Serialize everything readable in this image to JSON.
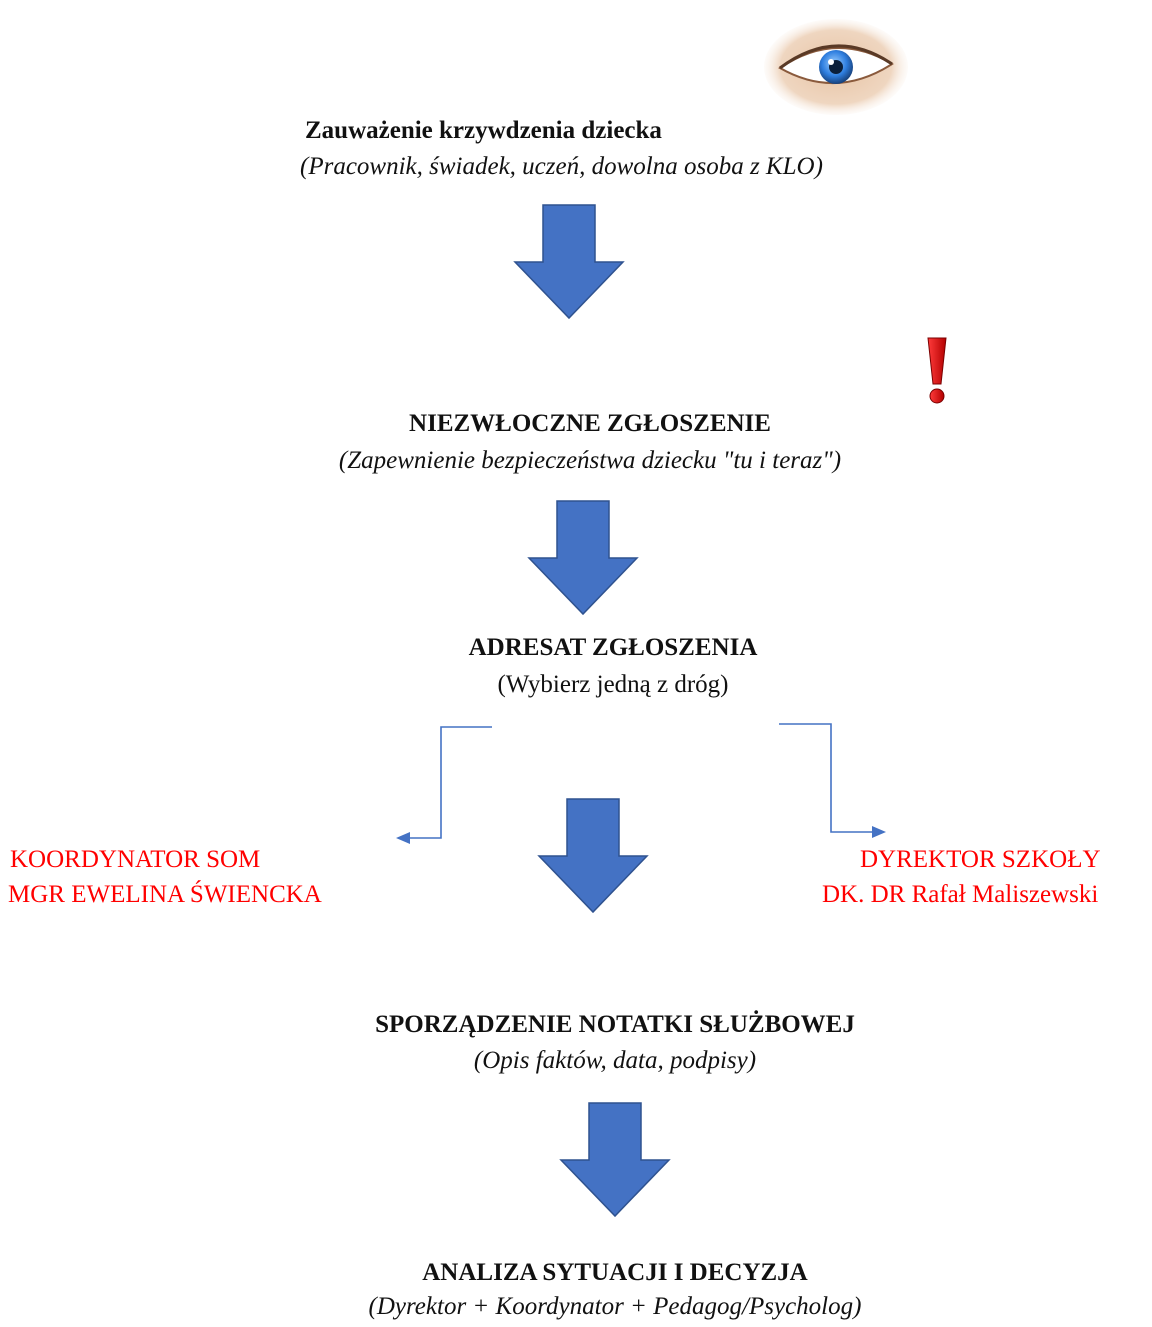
{
  "steps": [
    {
      "title": "Zauważenie krzywdzenia dziecka",
      "subtitle": "(Pracownik, świadek, uczeń, dowolna osoba z KLO)"
    },
    {
      "title": "NIEZWŁOCZNE ZGŁOSZENIE",
      "subtitle": "(Zapewnienie bezpieczeństwa dziecku \"tu i teraz\")"
    },
    {
      "title": "ADRESAT ZGŁOSZENIA",
      "subtitle": "(Wybierz jedną z dróg)"
    },
    {
      "title": "SPORZĄDZENIE NOTATKI SŁUŻBOWEJ",
      "subtitle": "(Opis faktów, data, podpisy)"
    },
    {
      "title": "ANALIZA SYTUACJI I DECYZJA",
      "subtitle": "(Dyrektor + Koordynator + Pedagog/Psycholog)"
    }
  ],
  "branches": {
    "left": {
      "line1": "KOORDYNATOR SOM",
      "line2": "MGR EWELINA ŚWIENCKA"
    },
    "right": {
      "line1": "DYREKTOR SZKOŁY",
      "line2": "DK. DR Rafał Maliszewski"
    }
  },
  "icons": {
    "top": "eye-icon",
    "alert": "exclamation-icon"
  },
  "colors": {
    "arrow_fill": "#4472c4",
    "arrow_stroke": "#2f528f",
    "branch_text": "#ff0000",
    "connector": "#4472c4"
  }
}
